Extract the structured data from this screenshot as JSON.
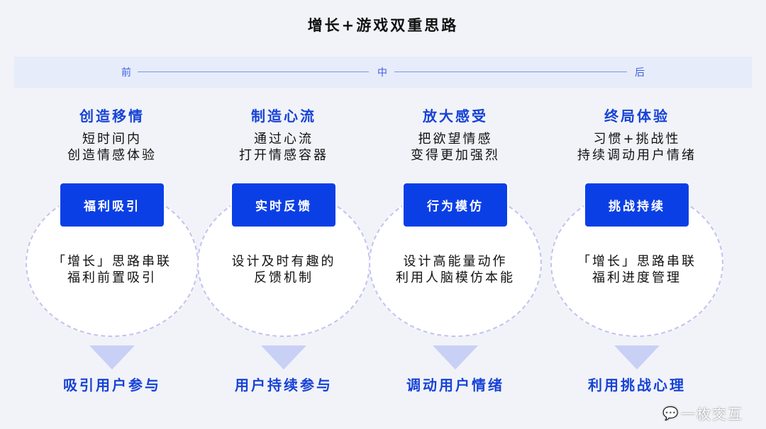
{
  "title": "增长+游戏双重思路",
  "timeline": {
    "start": "前",
    "middle": "中",
    "end": "后"
  },
  "columns": [
    {
      "heading": "创造移情",
      "sub1": "短时间内",
      "sub2": "创造情感体验",
      "button": "福利吸引",
      "body1": "「增长」思路串联",
      "body2": "福利前置吸引",
      "outcome": "吸引用户参与"
    },
    {
      "heading": "制造心流",
      "sub1": "通过心流",
      "sub2": "打开情感容器",
      "button": "实时反馈",
      "body1": "设计及时有趣的",
      "body2": "反馈机制",
      "outcome": "用户持续参与"
    },
    {
      "heading": "放大感受",
      "sub1": "把欲望情感",
      "sub2": "变得更加强烈",
      "button": "行为模仿",
      "body1": "设计高能量动作",
      "body2": "利用人脑模仿本能",
      "outcome": "调动用户情绪"
    },
    {
      "heading": "终局体验",
      "sub1": "习惯+挑战性",
      "sub2": "持续调动用户情绪",
      "button": "挑战持续",
      "body1": "「增长」思路串联",
      "body2": "福利进度管理",
      "outcome": "利用挑战心理"
    }
  ],
  "watermark": "一枚交互"
}
